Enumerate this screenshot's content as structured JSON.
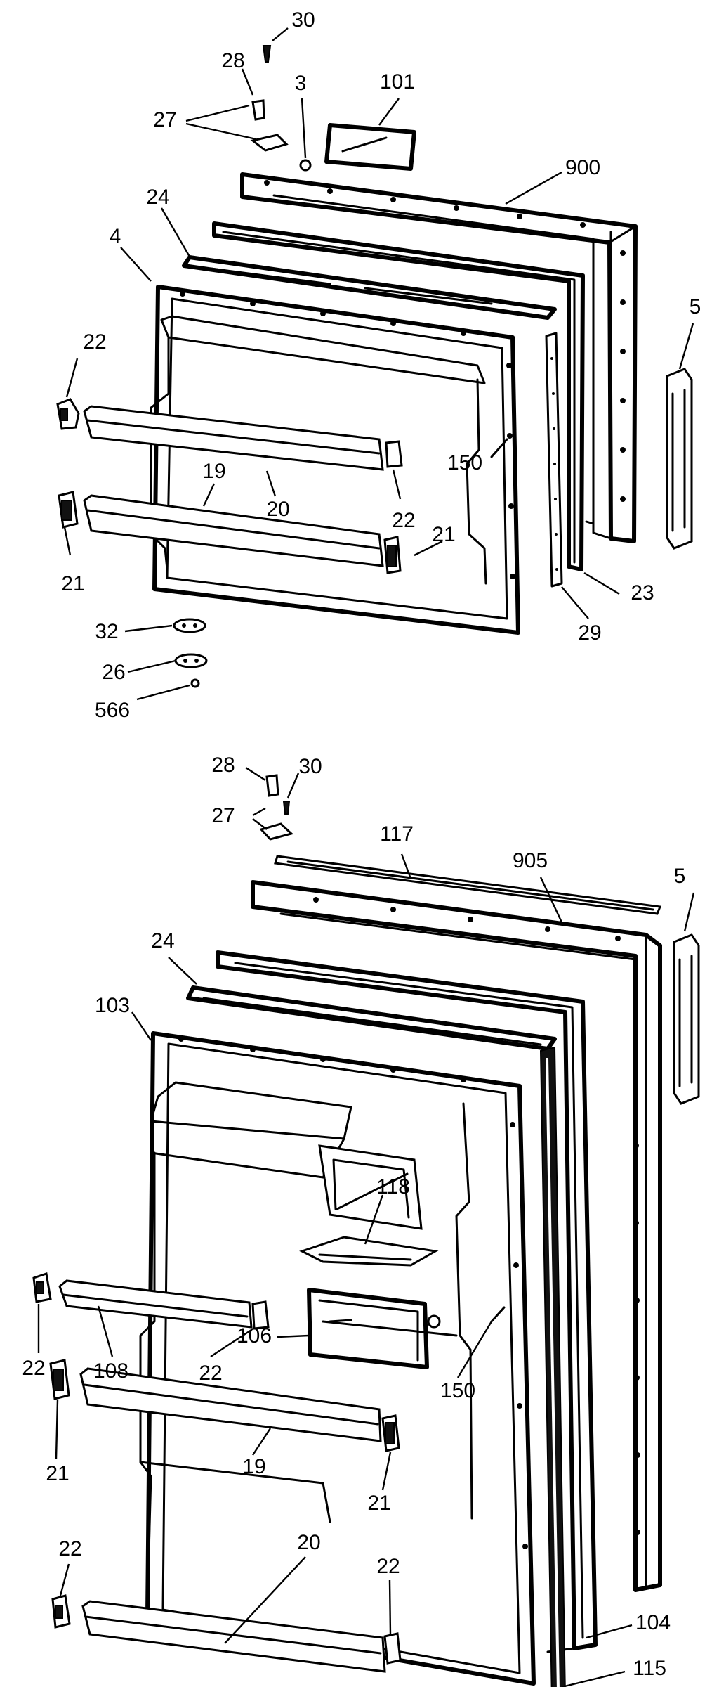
{
  "upper_assembly": {
    "callouts": {
      "c30": "30",
      "c28": "28",
      "c3": "3",
      "c101": "101",
      "c27": "27",
      "c900": "900",
      "c24": "24",
      "c4": "4",
      "c5": "5",
      "c22a": "22",
      "c19": "19",
      "c20": "20",
      "c150": "150",
      "c22b": "22",
      "c21a": "21",
      "c21b": "21",
      "c23": "23",
      "c29": "29",
      "c32": "32",
      "c26": "26",
      "c566": "566"
    }
  },
  "lower_assembly": {
    "callouts": {
      "c28": "28",
      "c30": "30",
      "c27": "27",
      "c117": "117",
      "c905": "905",
      "c5": "5",
      "c24": "24",
      "c103": "103",
      "c118": "118",
      "c22a": "22",
      "c108": "108",
      "c22b": "22",
      "c106": "106",
      "c150": "150",
      "c21a": "21",
      "c19": "19",
      "c21b": "21",
      "c22c": "22",
      "c20": "20",
      "c22d": "22",
      "c104": "104",
      "c115": "115"
    }
  }
}
